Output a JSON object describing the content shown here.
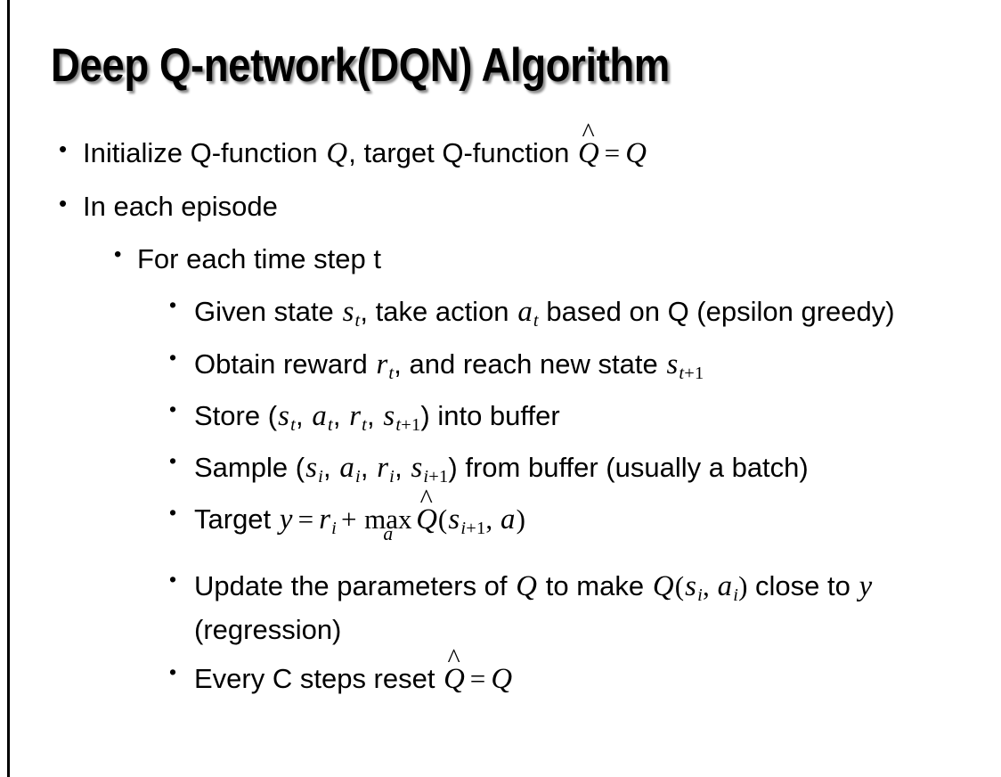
{
  "slide": {
    "title": "Deep Q-network(DQN) Algorithm",
    "background_color": "#ffffff",
    "text_color": "#000000",
    "accent_rule_color": "#000000",
    "bullet_glyph": "•"
  },
  "bullets": {
    "b1": {
      "level": 1,
      "parts": {
        "t1": "Initialize Q-function ",
        "q1": "Q",
        "t2": ", target Q-function ",
        "qhat": "Q",
        "hat": "̂",
        "eq": "=",
        "q2": "Q"
      },
      "plain": "Initialize Q-function Q, target Q-function Q̂ = Q"
    },
    "b2": {
      "level": 1,
      "text": "In each episode"
    },
    "b3": {
      "level": 2,
      "text": "For each time step t"
    },
    "b4": {
      "level": 3,
      "parts": {
        "t1": "Given state ",
        "s": "s",
        "s_sub": "t",
        "t2": ", take action ",
        "a": "a",
        "a_sub": "t",
        "t3": " based on Q (epsilon greedy)"
      },
      "plain": "Given state s_t, take action a_t based on Q (epsilon greedy)"
    },
    "b5": {
      "level": 3,
      "parts": {
        "t1": "Obtain reward ",
        "r": "r",
        "r_sub": "t",
        "t2": ", and reach new state ",
        "s": "s",
        "s_sub_var": "t",
        "s_sub_num": "+1"
      },
      "plain": "Obtain reward r_t, and reach new state s_{t+1}"
    },
    "b6": {
      "level": 3,
      "parts": {
        "t1": "Store (",
        "s": "s",
        "s_sub": "t",
        "c1": ", ",
        "a": "a",
        "a_sub": "t",
        "c2": ", ",
        "r": "r",
        "r_sub": "t",
        "c3": ", ",
        "s2": "s",
        "s2_sub_var": "t",
        "s2_sub_num": "+1",
        "t2": ") into buffer"
      },
      "plain": "Store (s_t, a_t, r_t, s_{t+1}) into buffer"
    },
    "b7": {
      "level": 3,
      "parts": {
        "t1": "Sample (",
        "s": "s",
        "s_sub": "i",
        "c1": ", ",
        "a": "a",
        "a_sub": "i",
        "c2": ", ",
        "r": "r",
        "r_sub": "i",
        "c3": ", ",
        "s2": "s",
        "s2_sub_var": "i",
        "s2_sub_num": "+1",
        "t2": ") from buffer (usually a batch)"
      },
      "plain": "Sample (s_i, a_i, r_i, s_{i+1}) from buffer (usually a batch)"
    },
    "b8": {
      "level": 3,
      "parts": {
        "t1": "Target ",
        "y": "y",
        "eq": "=",
        "r": "r",
        "r_sub": "i",
        "plus": "+",
        "max": "max",
        "max_under": "a",
        "qhat": "Q",
        "hat": "̂",
        "open": "(",
        "s": "s",
        "s_sub_var": "i",
        "s_sub_num": "+1",
        "comma": ", ",
        "a": "a",
        "close": ")"
      },
      "plain": "Target y = r_i + max_a Q̂(s_{i+1}, a)"
    },
    "b9": {
      "level": 3,
      "parts": {
        "t1": "Update the parameters of ",
        "q1": "Q",
        "t2": " to make ",
        "q2": "Q",
        "open": "(",
        "s": "s",
        "s_sub": "i",
        "comma": ", ",
        "a": "a",
        "a_sub": "i",
        "close": ")",
        "t3": " close to ",
        "y": "y",
        "t4": " (regression)"
      },
      "plain": "Update the parameters of Q to make Q(s_i, a_i) close to y (regression)"
    },
    "b10": {
      "level": 3,
      "parts": {
        "t1": "Every C steps reset ",
        "qhat": "Q",
        "hat": "̂",
        "eq": "=",
        "q": "Q"
      },
      "plain": "Every C steps reset Q̂ = Q"
    }
  }
}
